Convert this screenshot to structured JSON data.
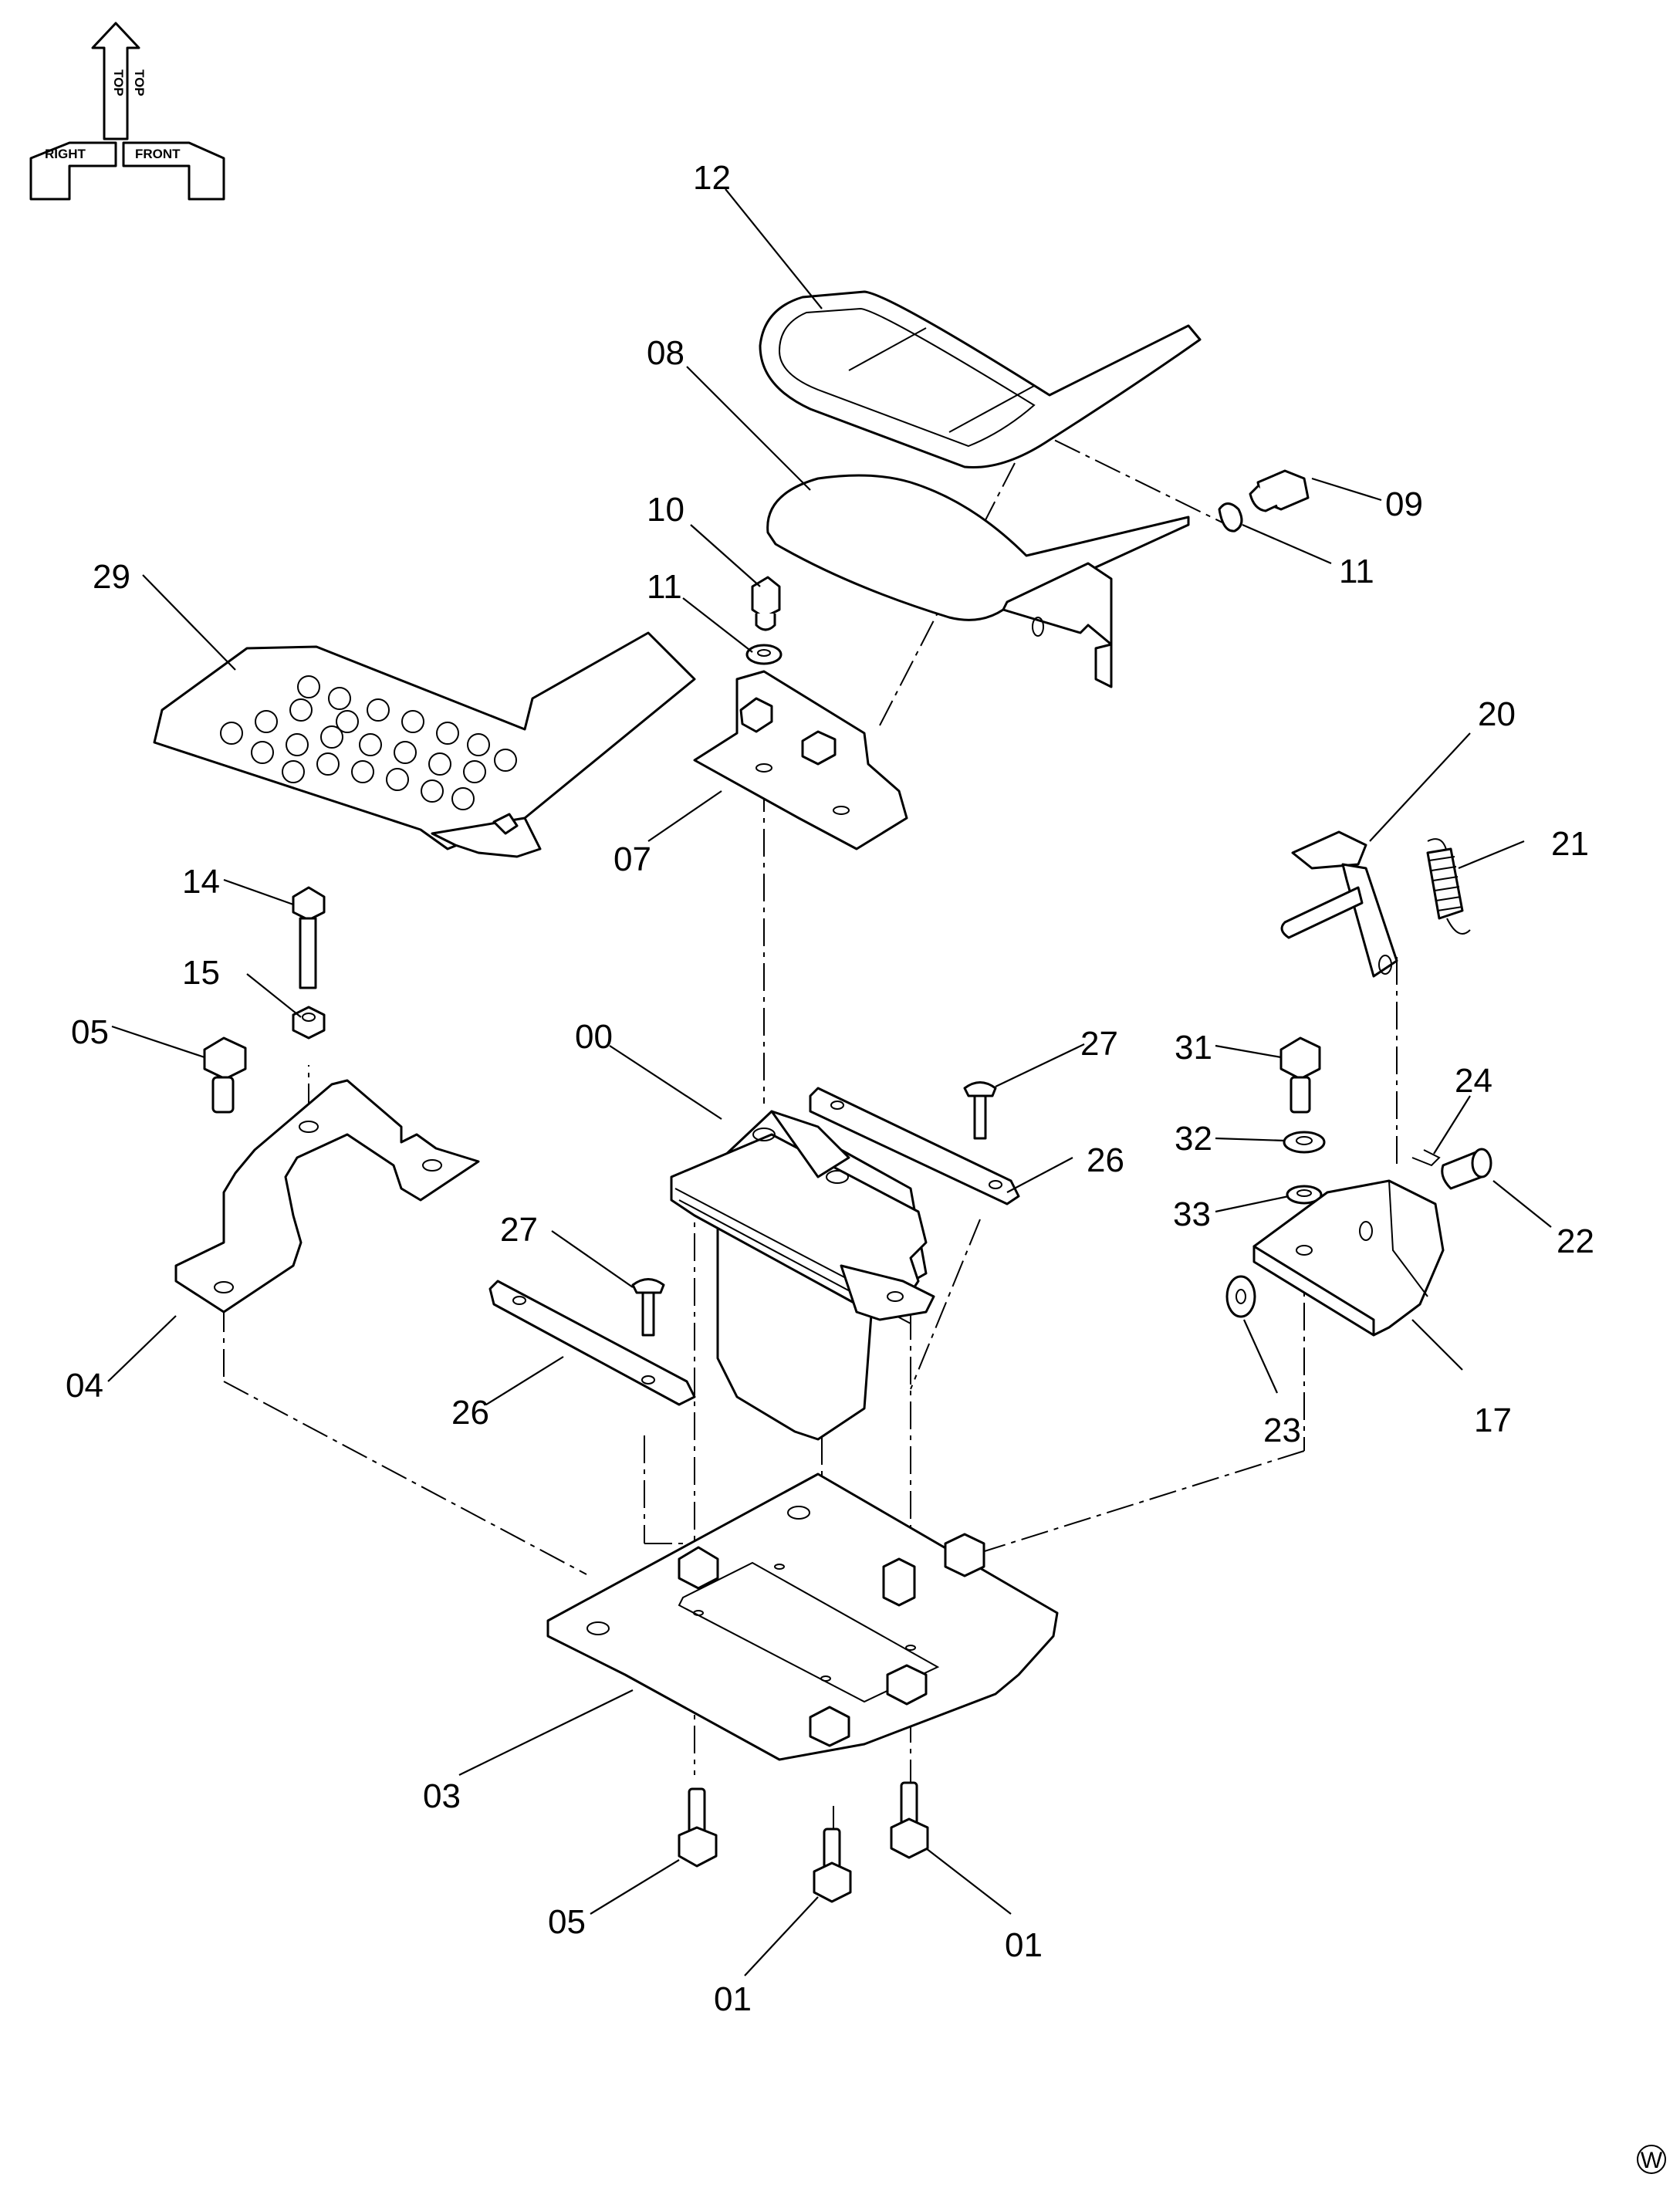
{
  "orientation": {
    "top": "TOP",
    "front": "FRONT",
    "right": "RIGHT"
  },
  "parts": {
    "p00": "00",
    "p01a": "01",
    "p01b": "01",
    "p03": "03",
    "p04": "04",
    "p05a": "05",
    "p05b": "05",
    "p07": "07",
    "p08": "08",
    "p09": "09",
    "p10": "10",
    "p11a": "11",
    "p11b": "11",
    "p12": "12",
    "p14": "14",
    "p15": "15",
    "p17": "17",
    "p20": "20",
    "p21": "21",
    "p22": "22",
    "p23": "23",
    "p24": "24",
    "p26a": "26",
    "p26b": "26",
    "p27a": "27",
    "p27b": "27",
    "p29": "29",
    "p31": "31",
    "p32": "32",
    "p33": "33"
  },
  "corner_mark": "W"
}
